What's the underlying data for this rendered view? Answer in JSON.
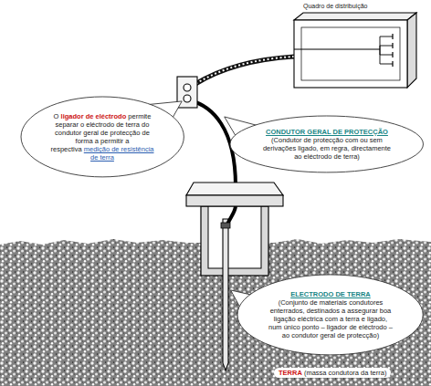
{
  "diagram": {
    "nodes": [
      {
        "text": [
          "Quadro de distribuição"
        ]
      },
      {
        "text": [
          "O",
          "ligador de eléctrodo",
          "permite separar o eléctrodo de terra do condutor geral de protecção de forma a permitir a respectiva",
          "medição de resistência de terra"
        ]
      },
      {
        "text": [
          "CONDUTOR GERAL DE PROTECÇÃO",
          "(Condutor de protecção com ou sem derivações ligado, em regra, directamente ao eléctrodo de terra)"
        ]
      },
      {
        "text": [
          "ELECTRODO DE TERRA",
          "(Conjunto de materiais condutores enterrados, destinados a assegurar boa ligação eléctrica com a terra e ligado, num único ponto – ligador de eléctrodo – ao condutor geral de protecção)"
        ]
      }
    ],
    "labels": [
      "TERRA",
      "(massa condutora da terra)"
    ]
  }
}
